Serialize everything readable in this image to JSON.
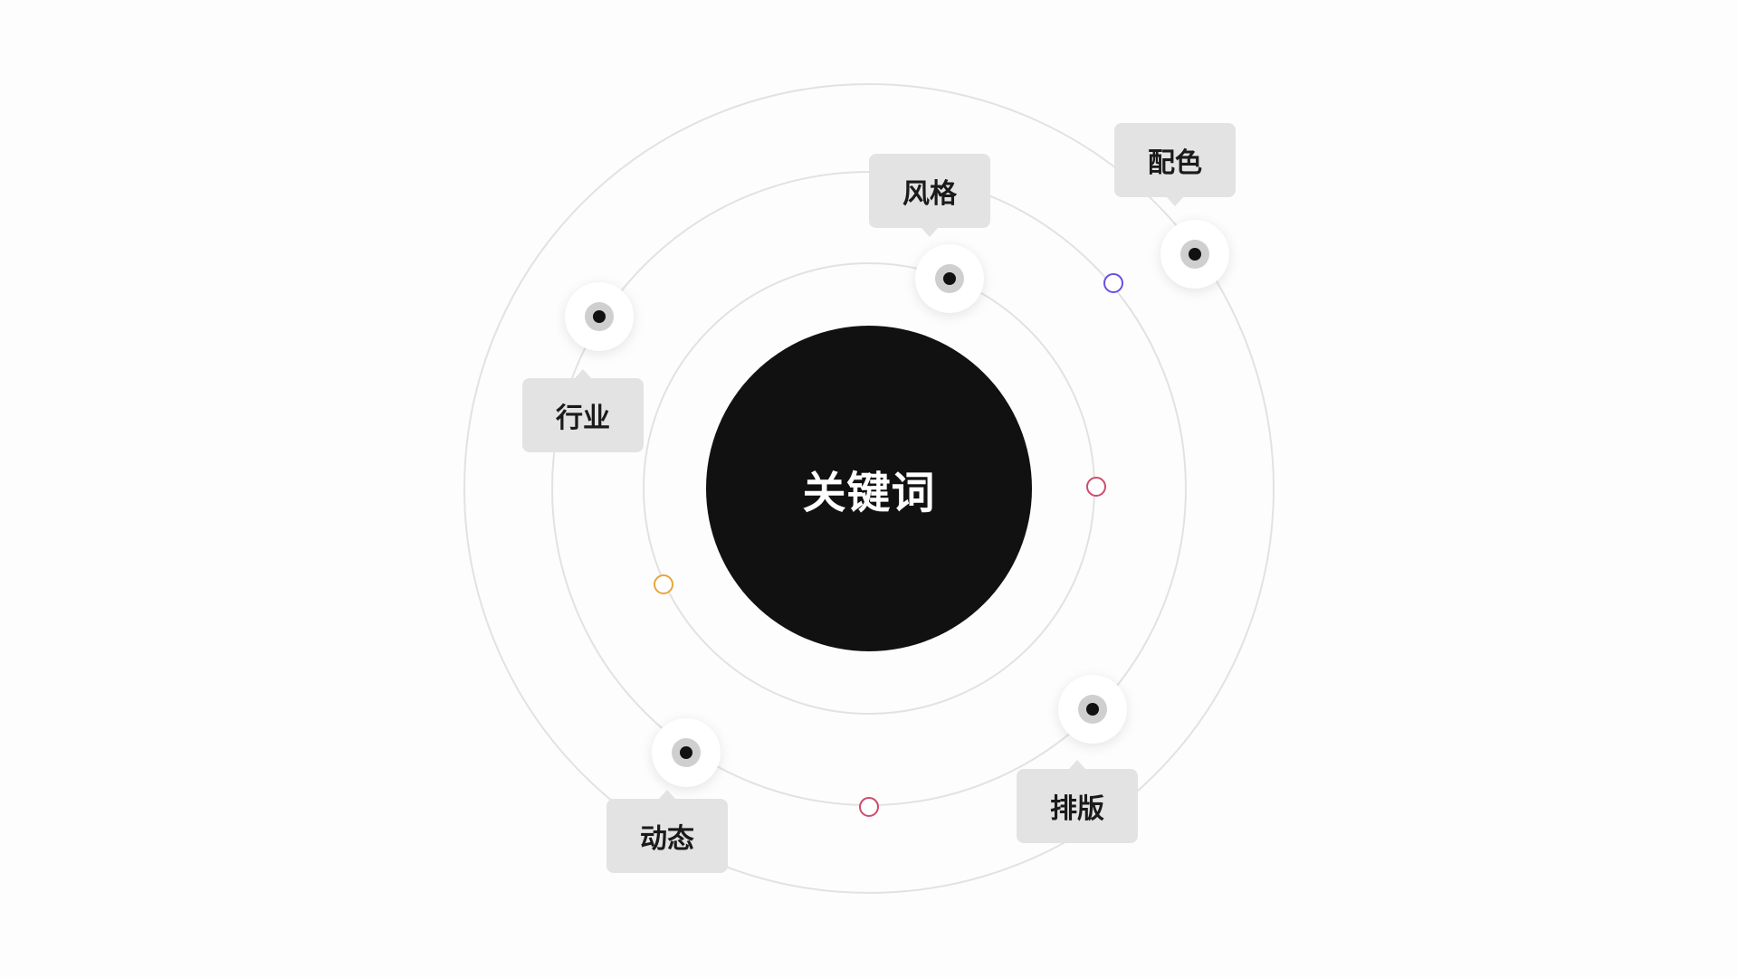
{
  "diagram": {
    "center": {
      "label": "关键词"
    },
    "keywords": [
      {
        "id": "style",
        "label": "风格"
      },
      {
        "id": "color",
        "label": "配色"
      },
      {
        "id": "industry",
        "label": "行业"
      },
      {
        "id": "layout",
        "label": "排版"
      },
      {
        "id": "motion",
        "label": "动态"
      }
    ],
    "colors": {
      "background": "#fdfdfd",
      "ring": "#e2e2e2",
      "core": "#111111",
      "tag": "#e3e3e3",
      "marker_purple": "#6a4fe0",
      "marker_red": "#d04a6c",
      "marker_orange": "#e8a53a"
    },
    "icons": {
      "node": "target-dot-icon",
      "marker": "hollow-circle-icon"
    }
  }
}
